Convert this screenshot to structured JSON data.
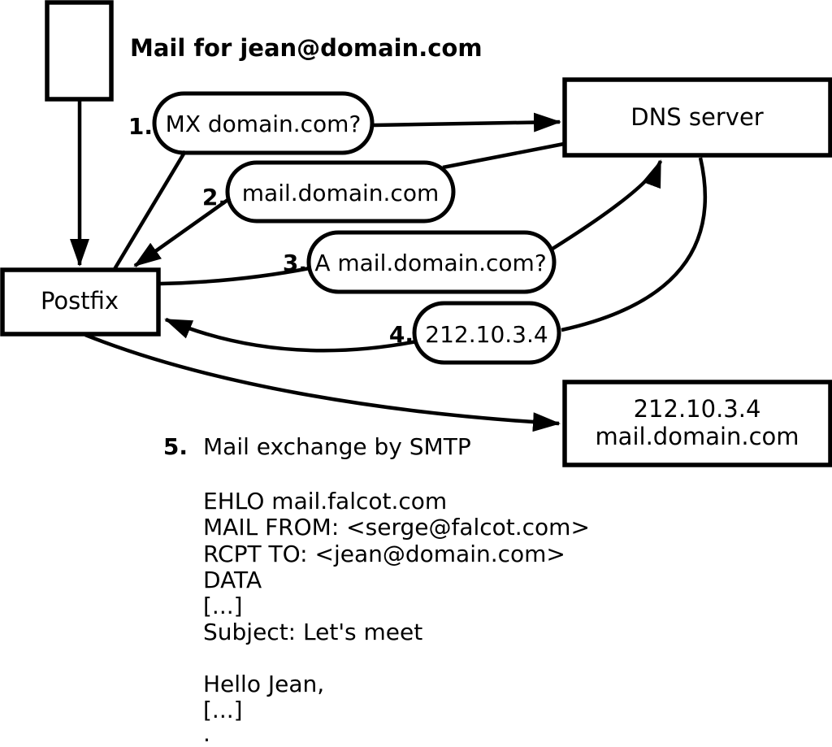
{
  "colors": {
    "background": "#ffffff",
    "ink": "#000000"
  },
  "caption": "Mail for jean@domain.com",
  "nodes": {
    "message": {
      "description": "incoming mail message"
    },
    "postfix": {
      "label": "Postfix"
    },
    "dns": {
      "label": "DNS server"
    },
    "mailserver": {
      "line1": "212.10.3.4",
      "line2": "mail.domain.com"
    }
  },
  "steps": [
    {
      "num": "1.",
      "label": "MX domain.com?"
    },
    {
      "num": "2.",
      "label": "mail.domain.com"
    },
    {
      "num": "3.",
      "label": "A mail.domain.com?"
    },
    {
      "num": "4.",
      "label": "212.10.3.4"
    },
    {
      "num": "5.",
      "label": "Mail exchange by SMTP"
    }
  ],
  "smtp": {
    "lines": [
      "EHLO mail.falcot.com",
      "MAIL FROM: <serge@falcot.com>",
      "RCPT TO: <jean@domain.com>",
      "DATA",
      "[...]",
      "Subject: Let's meet",
      "",
      "Hello Jean,",
      "[...]",
      "."
    ]
  }
}
